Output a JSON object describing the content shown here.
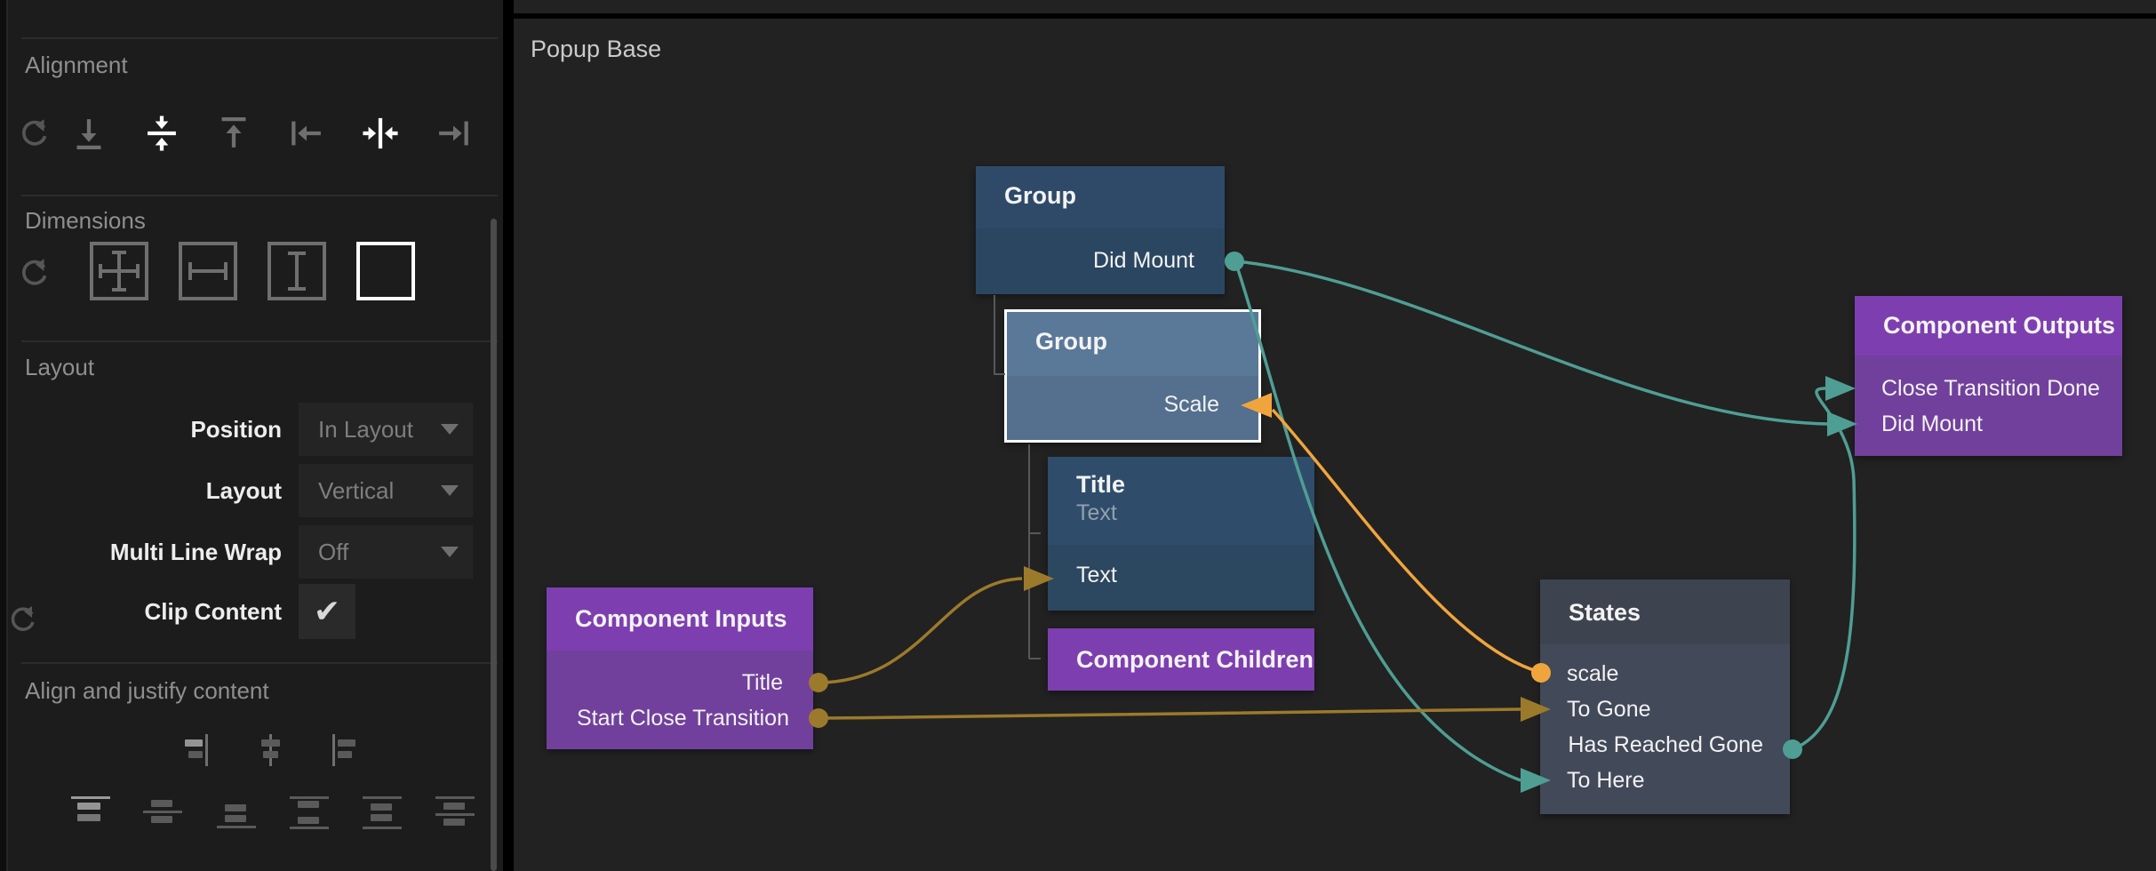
{
  "colors": {
    "canvas_bg": "#222222",
    "sidebar_bg": "#1c1c1c",
    "node_blue_header": "#2e4a68",
    "node_blue_body": "#2b4661",
    "node_selected_header": "#5a7898",
    "node_selected_body": "#54708e",
    "node_purple_header": "#7d3fb0",
    "node_purple_body": "#71409c",
    "node_slate_header": "#3e4350",
    "node_slate_body": "#424959",
    "selection_border": "#ffffff",
    "wire_signal_teal": "#4f9e94",
    "wire_data_gold": "#9c7a2b",
    "wire_data_active_orange": "#f0a53c"
  },
  "sidebar": {
    "alignment": {
      "label": "Alignment",
      "icons": [
        "reset-icon",
        "align-bottom-icon",
        "align-center-vertical-icon",
        "align-top-icon",
        "align-left-icon",
        "align-center-horizontal-icon",
        "align-right-icon"
      ],
      "active_icons": [
        "align-center-vertical-icon",
        "align-center-horizontal-icon"
      ]
    },
    "dimensions": {
      "label": "Dimensions",
      "icons": [
        "reset-icon",
        "size-width-height-icon",
        "size-width-icon",
        "size-height-icon",
        "size-content-icon"
      ],
      "selected_icon": "size-content-icon"
    },
    "layout": {
      "label": "Layout",
      "rows": [
        {
          "label": "Position",
          "value": "In Layout",
          "control": "dropdown"
        },
        {
          "label": "Layout",
          "value": "Vertical",
          "control": "dropdown"
        },
        {
          "label": "Multi Line Wrap",
          "value": "Off",
          "control": "dropdown"
        },
        {
          "label": "Clip Content",
          "value": "checked",
          "control": "checkbox",
          "check_glyph": "✔"
        }
      ]
    },
    "align_justify": {
      "label": "Align and justify content",
      "icons_row1": [
        "item-align-end-icon",
        "item-align-center-icon",
        "item-align-start-icon"
      ],
      "icons_row2": [
        "justify-start-icon",
        "justify-center-icon",
        "justify-end-icon",
        "space-between-icon",
        "space-around-icon",
        "space-evenly-icon"
      ],
      "active_row2_icon": "justify-start-icon"
    }
  },
  "canvas": {
    "title": "Popup Base",
    "nodes": {
      "group1": {
        "title": "Group",
        "ports": [
          {
            "label": "Did Mount",
            "type": "signal-output"
          }
        ]
      },
      "group2": {
        "title": "Group",
        "selected": true,
        "ports": [
          {
            "label": "Scale",
            "type": "data-input"
          }
        ]
      },
      "title_text": {
        "title": "Title",
        "subtitle": "Text",
        "ports": [
          {
            "label": "Text",
            "type": "data-input"
          }
        ]
      },
      "component_children": {
        "title": "Component Children"
      },
      "component_inputs": {
        "title": "Component Inputs",
        "ports": [
          {
            "label": "Title",
            "type": "data-output"
          },
          {
            "label": "Start Close Transition",
            "type": "data-output"
          }
        ]
      },
      "states": {
        "title": "States",
        "ports": [
          {
            "label": "scale",
            "type": "data-input"
          },
          {
            "label": "To Gone",
            "type": "signal-input"
          },
          {
            "label": "Has Reached Gone",
            "type": "signal-output"
          },
          {
            "label": "To Here",
            "type": "signal-input"
          }
        ]
      },
      "component_outputs": {
        "title": "Component Outputs",
        "ports": [
          {
            "label": "Close Transition Done",
            "type": "signal-input"
          },
          {
            "label": "Did Mount",
            "type": "signal-input"
          }
        ]
      }
    },
    "connections": [
      {
        "from": "Group.Did Mount",
        "to": "Component Outputs.Did Mount",
        "color": "teal"
      },
      {
        "from": "Group.Did Mount",
        "to": "States.To Here",
        "color": "teal"
      },
      {
        "from": "States.Has Reached Gone",
        "to": "Component Outputs.Close Transition Done",
        "color": "teal"
      },
      {
        "from": "Component Inputs.Title",
        "to": "Title.Text",
        "color": "gold"
      },
      {
        "from": "Component Inputs.Start Close Transition",
        "to": "States.To Gone",
        "color": "gold"
      },
      {
        "from": "States.scale",
        "to": "Group.Scale",
        "color": "orange"
      }
    ]
  }
}
